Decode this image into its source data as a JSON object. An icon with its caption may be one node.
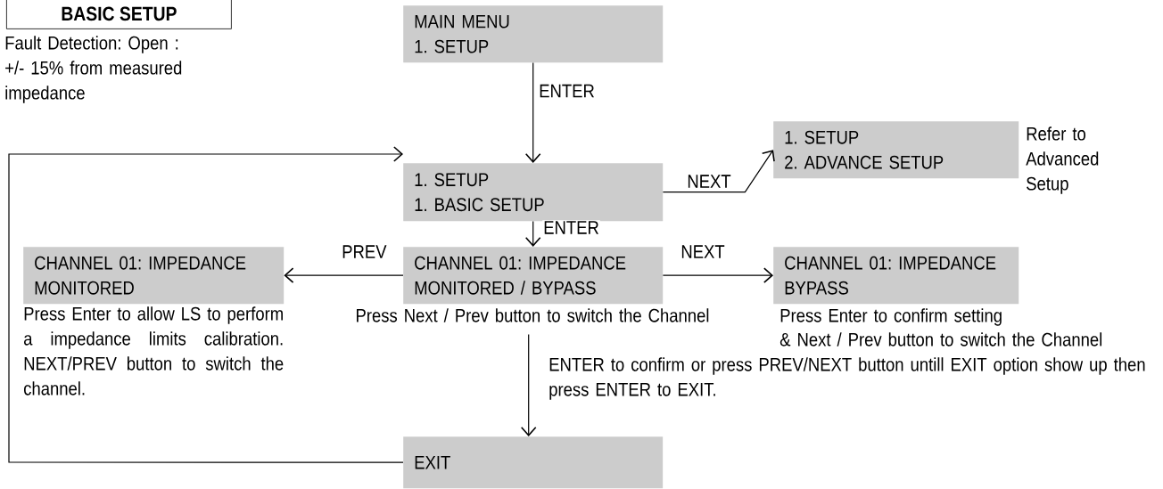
{
  "diagram": {
    "nodes": [
      {
        "text": [
          "BASIC SETUP"
        ]
      },
      {
        "text": [
          "MAIN MENU",
          "1. SETUP"
        ]
      },
      {
        "text": [
          "1. SETUP",
          "1. BASIC SETUP"
        ]
      },
      {
        "text": [
          "1. SETUP",
          "2. ADVANCE SETUP"
        ],
        "beside": [
          "Refer to Advanced Setup"
        ]
      },
      {
        "text": [
          "CHANNEL 01: IMPEDANCE",
          "MONITORED"
        ],
        "beside": [
          "Press Enter to allow LS to perform a impedance limits calibration. NEXT/PREV button to switch the channel."
        ]
      },
      {
        "text": [
          "CHANNEL 01: IMPEDANCE",
          "MONITORED / BYPASS"
        ],
        "beside": [
          "Press Next / Prev button to switch the Channel"
        ]
      },
      {
        "text": [
          "CHANNEL 01: IMPEDANCE",
          "BYPASS"
        ],
        "beside": [
          "Press Enter to confirm setting",
          "& Next / Prev button to switch the Channel"
        ]
      },
      {
        "text": [
          "EXIT"
        ]
      }
    ],
    "edges": [
      {
        "from": 1,
        "to": 2,
        "arrow": "to",
        "label": "ENTER"
      },
      {
        "from": 2,
        "to": 3,
        "arrow": "to",
        "label": "NEXT"
      },
      {
        "from": 2,
        "to": 5,
        "arrow": "to",
        "label": "ENTER"
      },
      {
        "from": 5,
        "to": 4,
        "arrow": "to",
        "label": "PREV"
      },
      {
        "from": 5,
        "to": 6,
        "arrow": "to",
        "label": "NEXT"
      },
      {
        "from": 5,
        "to": 7,
        "arrow": "to",
        "label": "ENTER to confirm or press PREV/NEXT button untill EXIT option show up then press ENTER to EXIT."
      },
      {
        "from": 7,
        "to": 2,
        "arrow": "to"
      }
    ],
    "labels": [
      "Fault Detection: Open : +/- 15% from measured impedance"
    ]
  }
}
